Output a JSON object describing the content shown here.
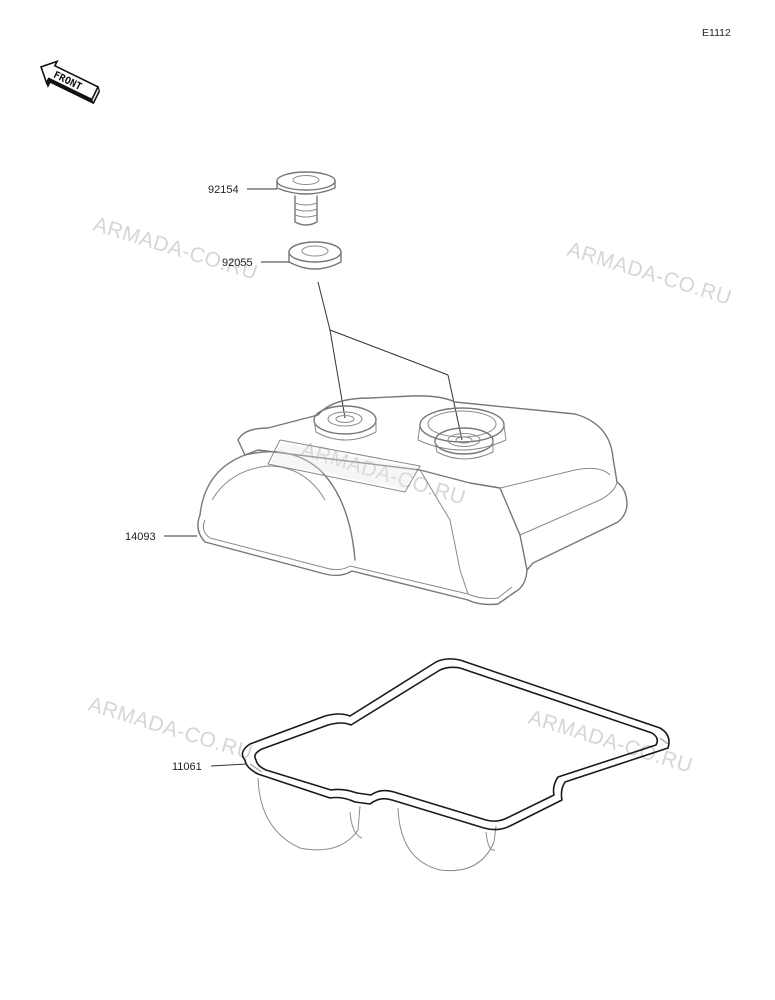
{
  "diagram_code": "E1112",
  "front_marker": {
    "text": "FRONT",
    "icon": "front-arrow-icon"
  },
  "watermark_text": "ARMADA-CO.RU",
  "parts": [
    {
      "number": "92154",
      "name": "bolt"
    },
    {
      "number": "92055",
      "name": "seal-washer"
    },
    {
      "number": "14093",
      "name": "cylinder-head-cover"
    },
    {
      "number": "11061",
      "name": "cover-gasket"
    }
  ]
}
